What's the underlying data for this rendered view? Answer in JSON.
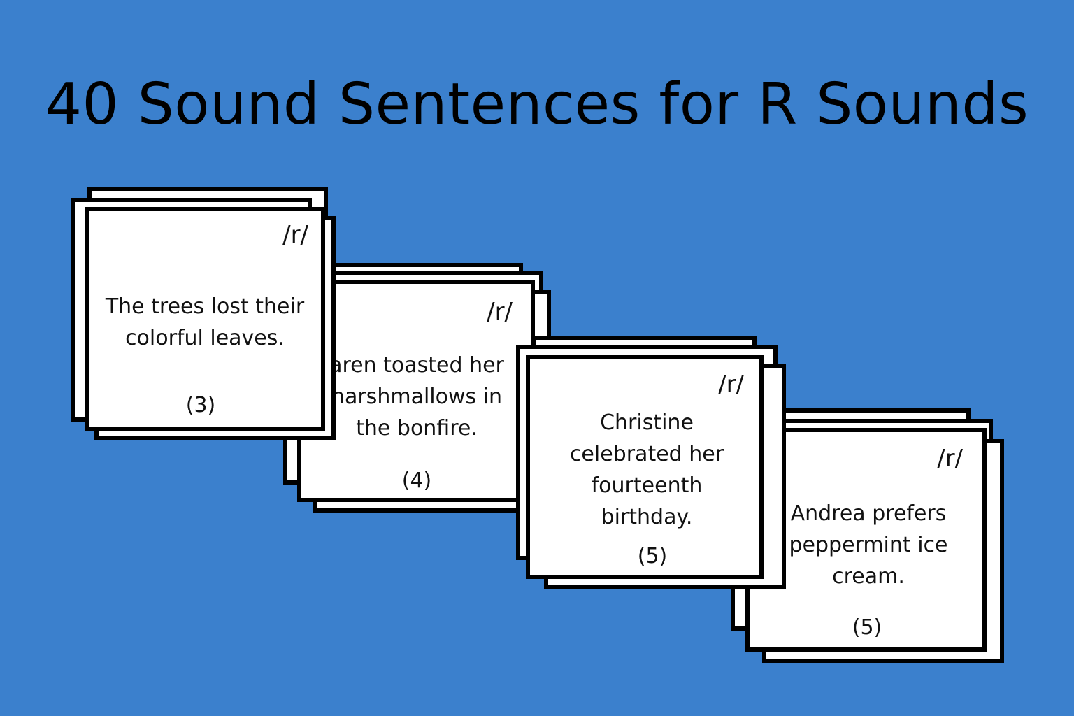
{
  "title": "40 Sound Sentences for R Sounds",
  "colors": {
    "background": "#3b80cd",
    "card": "#ffffff",
    "border": "#000000"
  },
  "cards": [
    {
      "sound": "/r/",
      "lines": [
        "The trees lost their",
        "colorful leaves."
      ],
      "count": "(3)"
    },
    {
      "sound": "/r/",
      "lines": [
        "aren toasted her",
        "harshmallows in",
        "the bonfire."
      ],
      "count": "(4)"
    },
    {
      "sound": "/r/",
      "lines": [
        "Christine",
        "celebrated her",
        "fourteenth",
        "birthday."
      ],
      "count": "(5)"
    },
    {
      "sound": "/r/",
      "lines": [
        "Andrea prefers",
        "peppermint ice",
        "cream."
      ],
      "count": "(5)"
    }
  ]
}
